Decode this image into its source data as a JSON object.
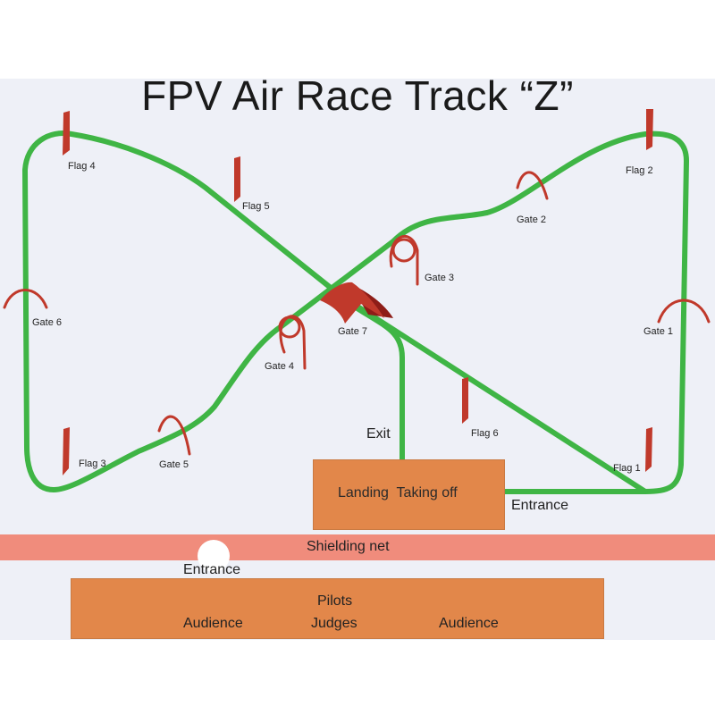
{
  "title": "FPV Air Race Track “Z”",
  "flags": {
    "flag1": "Flag 1",
    "flag2": "Flag 2",
    "flag3": "Flag 3",
    "flag4": "Flag 4",
    "flag5": "Flag 5",
    "flag6": "Flag 6"
  },
  "gates": {
    "gate1": "Gate 1",
    "gate2": "Gate 2",
    "gate3": "Gate 3",
    "gate4": "Gate 4",
    "gate5": "Gate 5",
    "gate6": "Gate 6",
    "gate7": "Gate 7"
  },
  "labels": {
    "exit": "Exit",
    "entrance_right": "Entrance",
    "landing": "Landing  Taking off",
    "shielding_net": "Shielding net",
    "entrance_bottom": "Entrance",
    "pilots": "Pilots",
    "audience_left": "Audience",
    "judges": "Judges",
    "audience_right": "Audience"
  },
  "colors": {
    "track": "#3fb545",
    "flag": "#c0392b",
    "gate": "#c0392b",
    "gate7_dark": "#8e1d18",
    "pad": "#e2874a",
    "shielding_net": "#f08c7c",
    "background": "#eef0f7"
  }
}
